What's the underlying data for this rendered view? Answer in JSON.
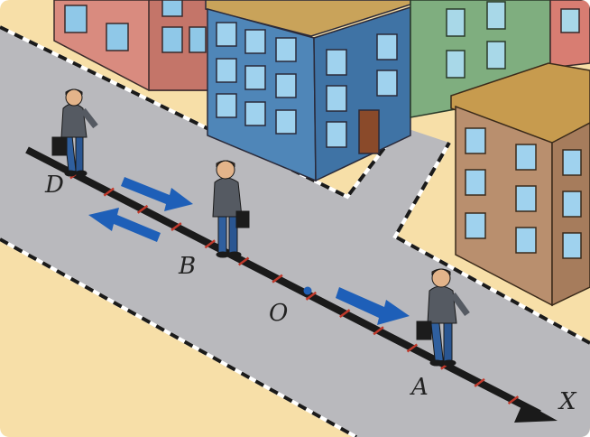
{
  "labels": {
    "d": "D",
    "b": "B",
    "o": "O",
    "a": "A",
    "x": "X"
  },
  "colors": {
    "sidewalk": "#f7dfa8",
    "road": "#b9b9bd",
    "axis": "#1a1a1a",
    "tick": "#c0392b",
    "origin_dot": "#1f5fb4",
    "arrow": "#1e5fb8"
  },
  "figures": {
    "walker_d": "person-with-briefcase",
    "walker_b": "person-with-briefcase",
    "walker_a": "person-with-briefcase"
  }
}
